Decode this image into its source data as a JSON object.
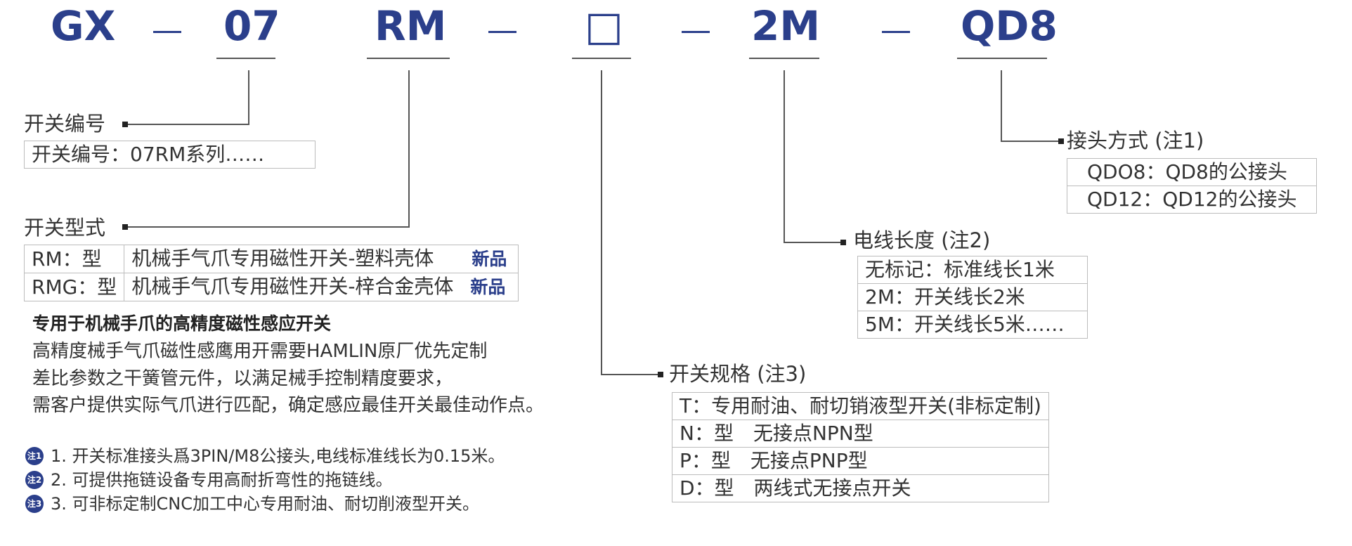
{
  "colors": {
    "brand": "#2b3f8b",
    "line": "#555555",
    "border": "#bcbcbc"
  },
  "code": {
    "part1": "GX",
    "part2": "07",
    "part3": "RM",
    "part4": "□",
    "part5": "2M",
    "part6": "QD8"
  },
  "switch_number": {
    "heading": "开关编号",
    "rows": [
      "开关编号：07RM系列……"
    ]
  },
  "switch_type": {
    "heading": "开关型式",
    "rows": [
      {
        "code": "RM：型",
        "desc": "机械手气爪专用磁性开关-塑料壳体",
        "tag": "新品"
      },
      {
        "code": "RMG：型",
        "desc": "机械手气爪专用磁性开关-梓合金壳体",
        "tag": "新品"
      }
    ]
  },
  "description": {
    "title": "专用于机械手爪的高精度磁性感应开关",
    "lines": [
      "高精度械手气爪磁性感鹰用开需要HAMLIN原厂优先定制",
      "差比参数之干簧管元件，以满足械手控制精度要求，",
      "需客户提供实际气爪进行匹配，确定感应最佳开关最佳动作点。"
    ]
  },
  "notes": [
    {
      "badge": "注1",
      "text": "1. 开关标准接头爲3PIN/M8公接头,电线标准线长为0.15米。"
    },
    {
      "badge": "注2",
      "text": "2. 可提供拖链设备专用高耐折弯性的拖链线。"
    },
    {
      "badge": "注3",
      "text": "3. 可非标定制CNC加工中心专用耐油、耐切削液型开关。"
    }
  ],
  "connector": {
    "heading": "接头方式 (注1)",
    "rows": [
      "QDO8：QD8的公接头",
      "QD12：QD12的公接头"
    ]
  },
  "cable_length": {
    "heading": "电线长度 (注2)",
    "rows": [
      "无标记：标准线长1米",
      "2M：开关线长2米",
      "5M：开关线长5米……"
    ]
  },
  "switch_spec": {
    "heading": "开关规格 (注3)",
    "rows": [
      "T：专用耐油、耐切销液型开关(非标定制)",
      "N：型　无接点NPN型",
      "P：型　无接点PNP型",
      "D：型　两线式无接点开关"
    ]
  }
}
